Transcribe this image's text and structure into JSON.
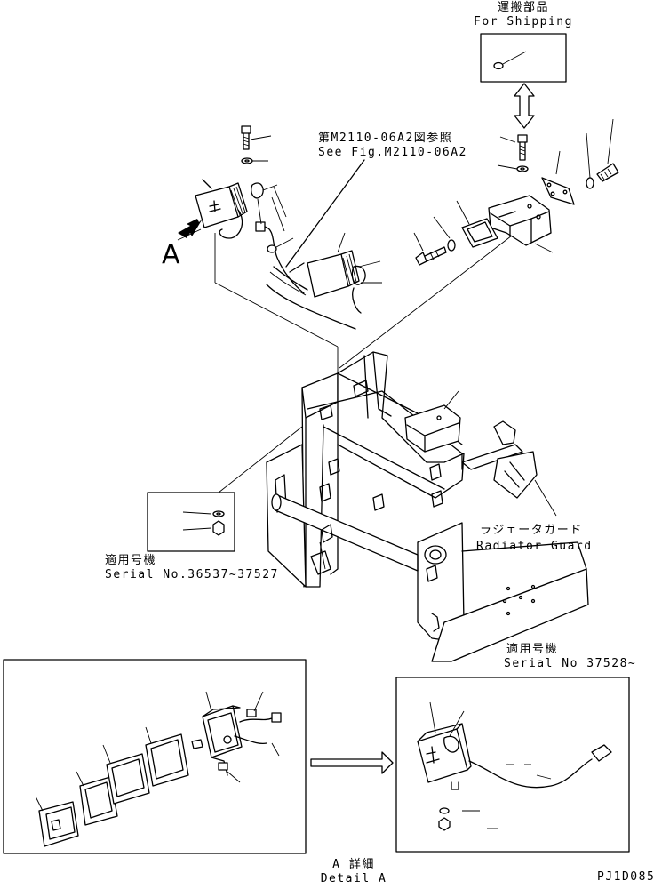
{
  "labels": {
    "shipping_jp": "運搬部品",
    "shipping_en": "For Shipping",
    "ref_jp": "第M2110-06A2図参照",
    "ref_en": "See Fig.M2110-06A2",
    "detail_marker": "A",
    "serial_old_jp": "適用号機",
    "serial_old_en": "Serial No.36537~37527",
    "radiator_jp": "ラジェータガード",
    "radiator_en": "Radiator Guard",
    "serial_new_jp": "適用号機",
    "serial_new_en": "Serial No 37528~",
    "detail_jp": "A 詳細",
    "detail_en": "Detail A",
    "drawing_code": "PJ1D085"
  },
  "icons": {
    "lamp": "work-lamp-icon",
    "bolt": "bolt-icon",
    "washer": "washer-icon",
    "nut": "nut-icon",
    "arrow": "arrow-icon"
  }
}
